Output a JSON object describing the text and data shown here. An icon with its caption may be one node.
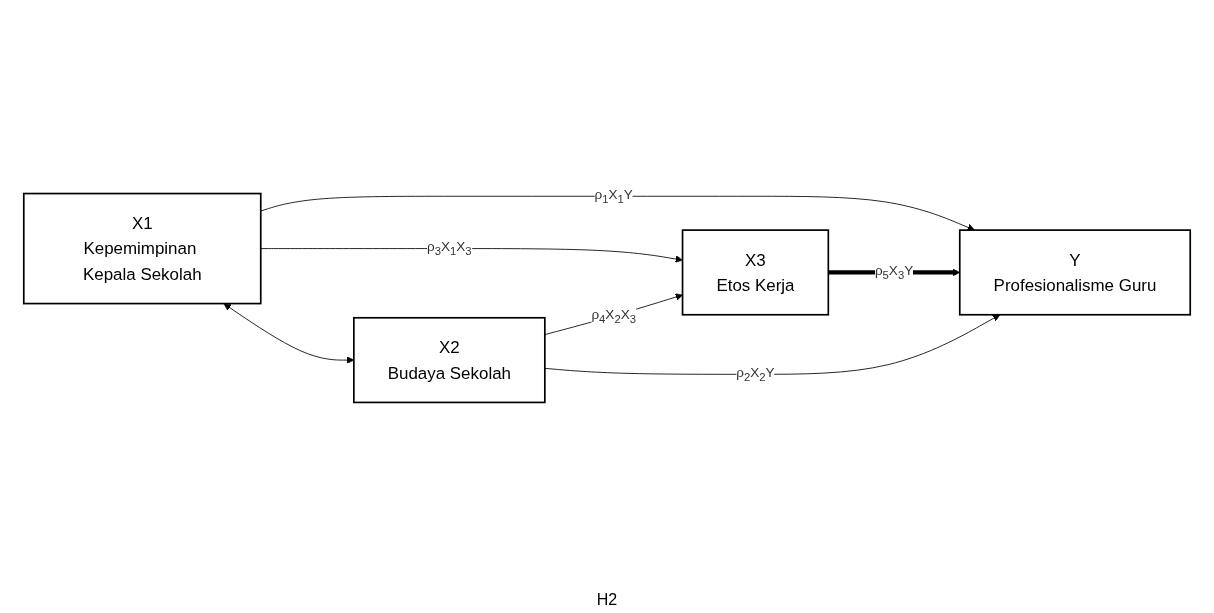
{
  "diagram": {
    "nodes": [
      {
        "text": [
          "X1",
          "Kepemimpinan Kepala Sekolah"
        ]
      },
      {
        "text": [
          "X3",
          "Etos Kerja"
        ]
      },
      {
        "text": [
          "Y",
          "Profesionalisme Guru"
        ]
      },
      {
        "text": [
          "X2",
          "Budaya Sekolah"
        ]
      }
    ],
    "edges": [
      {
        "from": 0,
        "to": 2,
        "arrow": "to",
        "label": "ρ$_{1}$X$_{1}$Y"
      },
      {
        "from": 0,
        "to": 1,
        "arrow": "to",
        "label": "ρ$_{3}$X$_{1}$X$_{3}$"
      },
      {
        "from": 0,
        "to": 3,
        "arrow": "both"
      },
      {
        "from": 1,
        "to": 2,
        "arrow": "to",
        "style": "thick",
        "label": "ρ$_{5}$X$_{3}$Y"
      },
      {
        "from": 3,
        "to": 1,
        "arrow": "to",
        "label": "ρ$_{4}$X$_{2}$X$_{3}$"
      },
      {
        "from": 3,
        "to": 2,
        "arrow": "to",
        "label": "ρ$_{2}$X$_{2}$Y"
      }
    ],
    "labels": [
      "H2"
    ]
  }
}
